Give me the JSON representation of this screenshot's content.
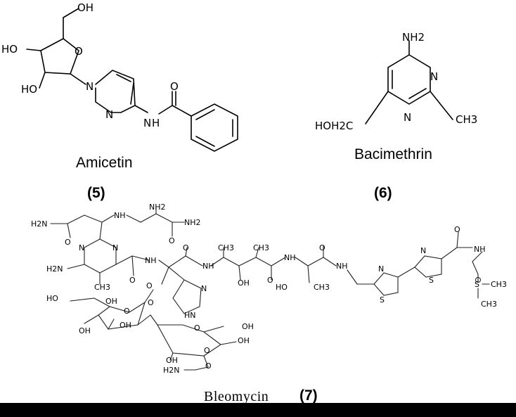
{
  "compounds": [
    {
      "name": "Amicetin",
      "number": "(5)",
      "atoms": [
        "OH",
        "HO",
        "O",
        "HO",
        "N",
        "N",
        "N",
        "H",
        "O"
      ]
    },
    {
      "name": "Bacimethrin",
      "number": "(6)",
      "atoms": [
        "NH2",
        "N",
        "N",
        "HOH2C",
        "CH3"
      ]
    },
    {
      "name": "Bleomycin",
      "number": "(7)",
      "atoms": [
        "H2N",
        "NH2",
        "NH",
        "NH2",
        "O",
        "O",
        "N",
        "N",
        "H2N",
        "NH",
        "CH3",
        "O",
        "O",
        "CH3",
        "CH3",
        "NH",
        "O",
        "O",
        "NH",
        "OH",
        "O",
        "HO",
        "CH3",
        "N",
        "N",
        "NH",
        "HO",
        "OH",
        "O",
        "O",
        "HN",
        "N",
        "S",
        "S",
        "NH",
        "CH3",
        "S",
        "CH3",
        "OH",
        "O",
        "OH",
        "OH",
        "O",
        "OH",
        "O",
        "H2N",
        "O",
        "OH"
      ]
    }
  ],
  "colors": {
    "background": "#ffffff",
    "ink": "#000000",
    "bar": "#000000"
  }
}
